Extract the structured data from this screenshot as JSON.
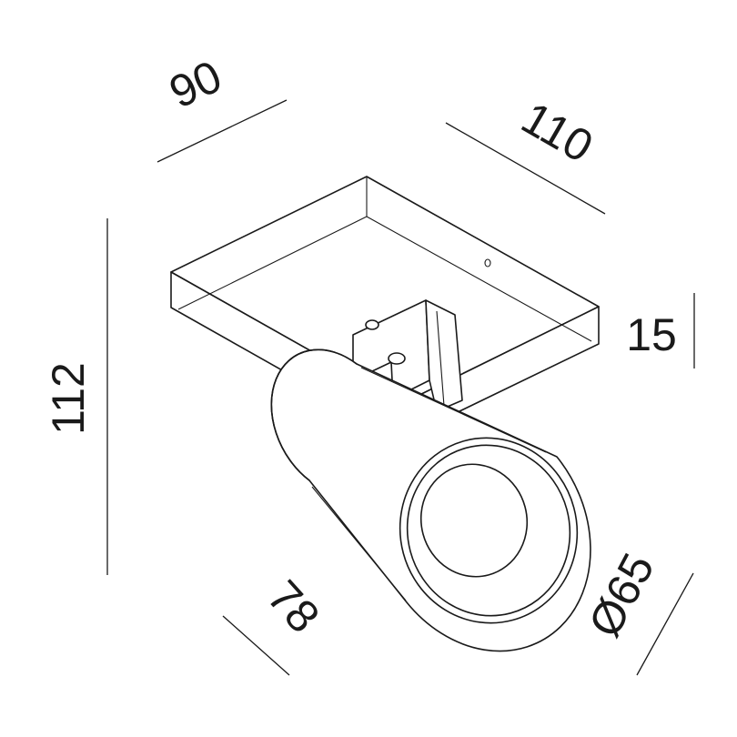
{
  "dimensions": {
    "width_90": "90",
    "depth_110": "110",
    "height_112": "112",
    "base_thickness_15": "15",
    "projection_78": "78",
    "diameter_65": "Ø65"
  },
  "colors": {
    "line": "#1a1a1a",
    "background": "#ffffff"
  }
}
